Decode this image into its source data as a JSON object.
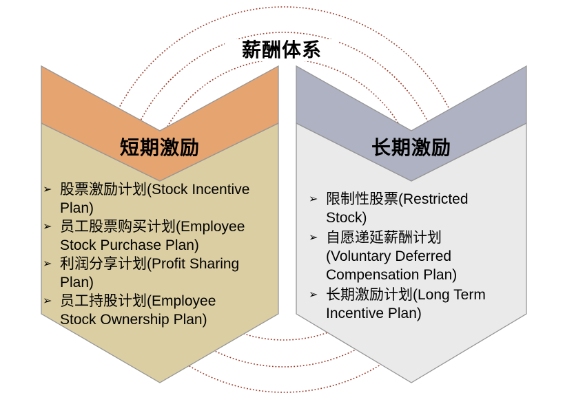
{
  "title": "薪酬体系",
  "bullet_glyph": "➢",
  "colors": {
    "short_term_band": "#E6A470",
    "short_term_body": "#DBCEA2",
    "long_term_band": "#AEB2C2",
    "long_term_body": "#EAEAEA",
    "shape_border": "#969696",
    "circle_dots": "#9C3A28",
    "text": "#000000"
  },
  "left_panel": {
    "header": "短期激励",
    "items": [
      [
        "股票激励计划(Stock Incentive",
        "Plan)"
      ],
      [
        "员工股票购买计划(Employee",
        "Stock Purchase Plan)"
      ],
      [
        "利润分享计划(Profit Sharing",
        "Plan)"
      ],
      [
        "员工持股计划(Employee",
        "Stock Ownership Plan)"
      ]
    ]
  },
  "right_panel": {
    "header": "长期激励",
    "items": [
      [
        "限制性股票(Restricted",
        "Stock)"
      ],
      [
        "自愿递延薪酬计划",
        "(Voluntary Deferred",
        "Compensation Plan)"
      ],
      [
        "长期激励计划(Long Term",
        "Incentive Plan)"
      ]
    ]
  }
}
